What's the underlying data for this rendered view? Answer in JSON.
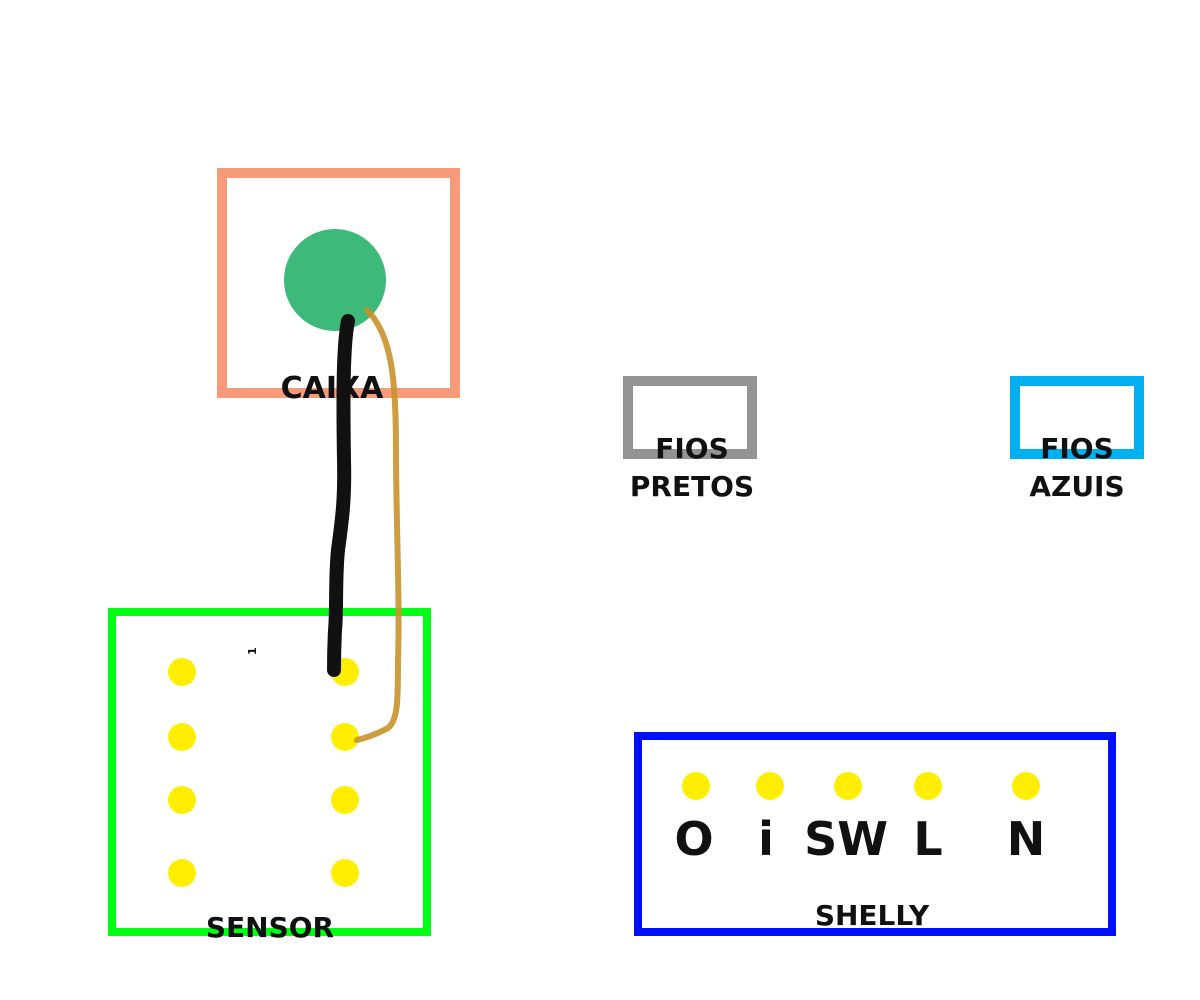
{
  "caixa": {
    "label": "CAIXA",
    "color": "#f79a7a",
    "button_color": "#3dba7a"
  },
  "fios_pretos": {
    "line1": "FIOS",
    "line2": "PRETOS",
    "color": "#939393"
  },
  "fios_azuis": {
    "line1": "FIOS",
    "line2": "AZUIS",
    "color": "#00b0f0"
  },
  "sensor": {
    "label": "SENSOR",
    "marker": "1",
    "color": "#00ff14",
    "pin_color": "#ffee00"
  },
  "shelly": {
    "label": "SHELLY",
    "color": "#0010ff",
    "terminals": [
      "O",
      "i",
      "SW",
      "L",
      "N"
    ]
  },
  "wires": {
    "black_wire_color": "#111111",
    "gold_wire_color": "#c8922a"
  }
}
